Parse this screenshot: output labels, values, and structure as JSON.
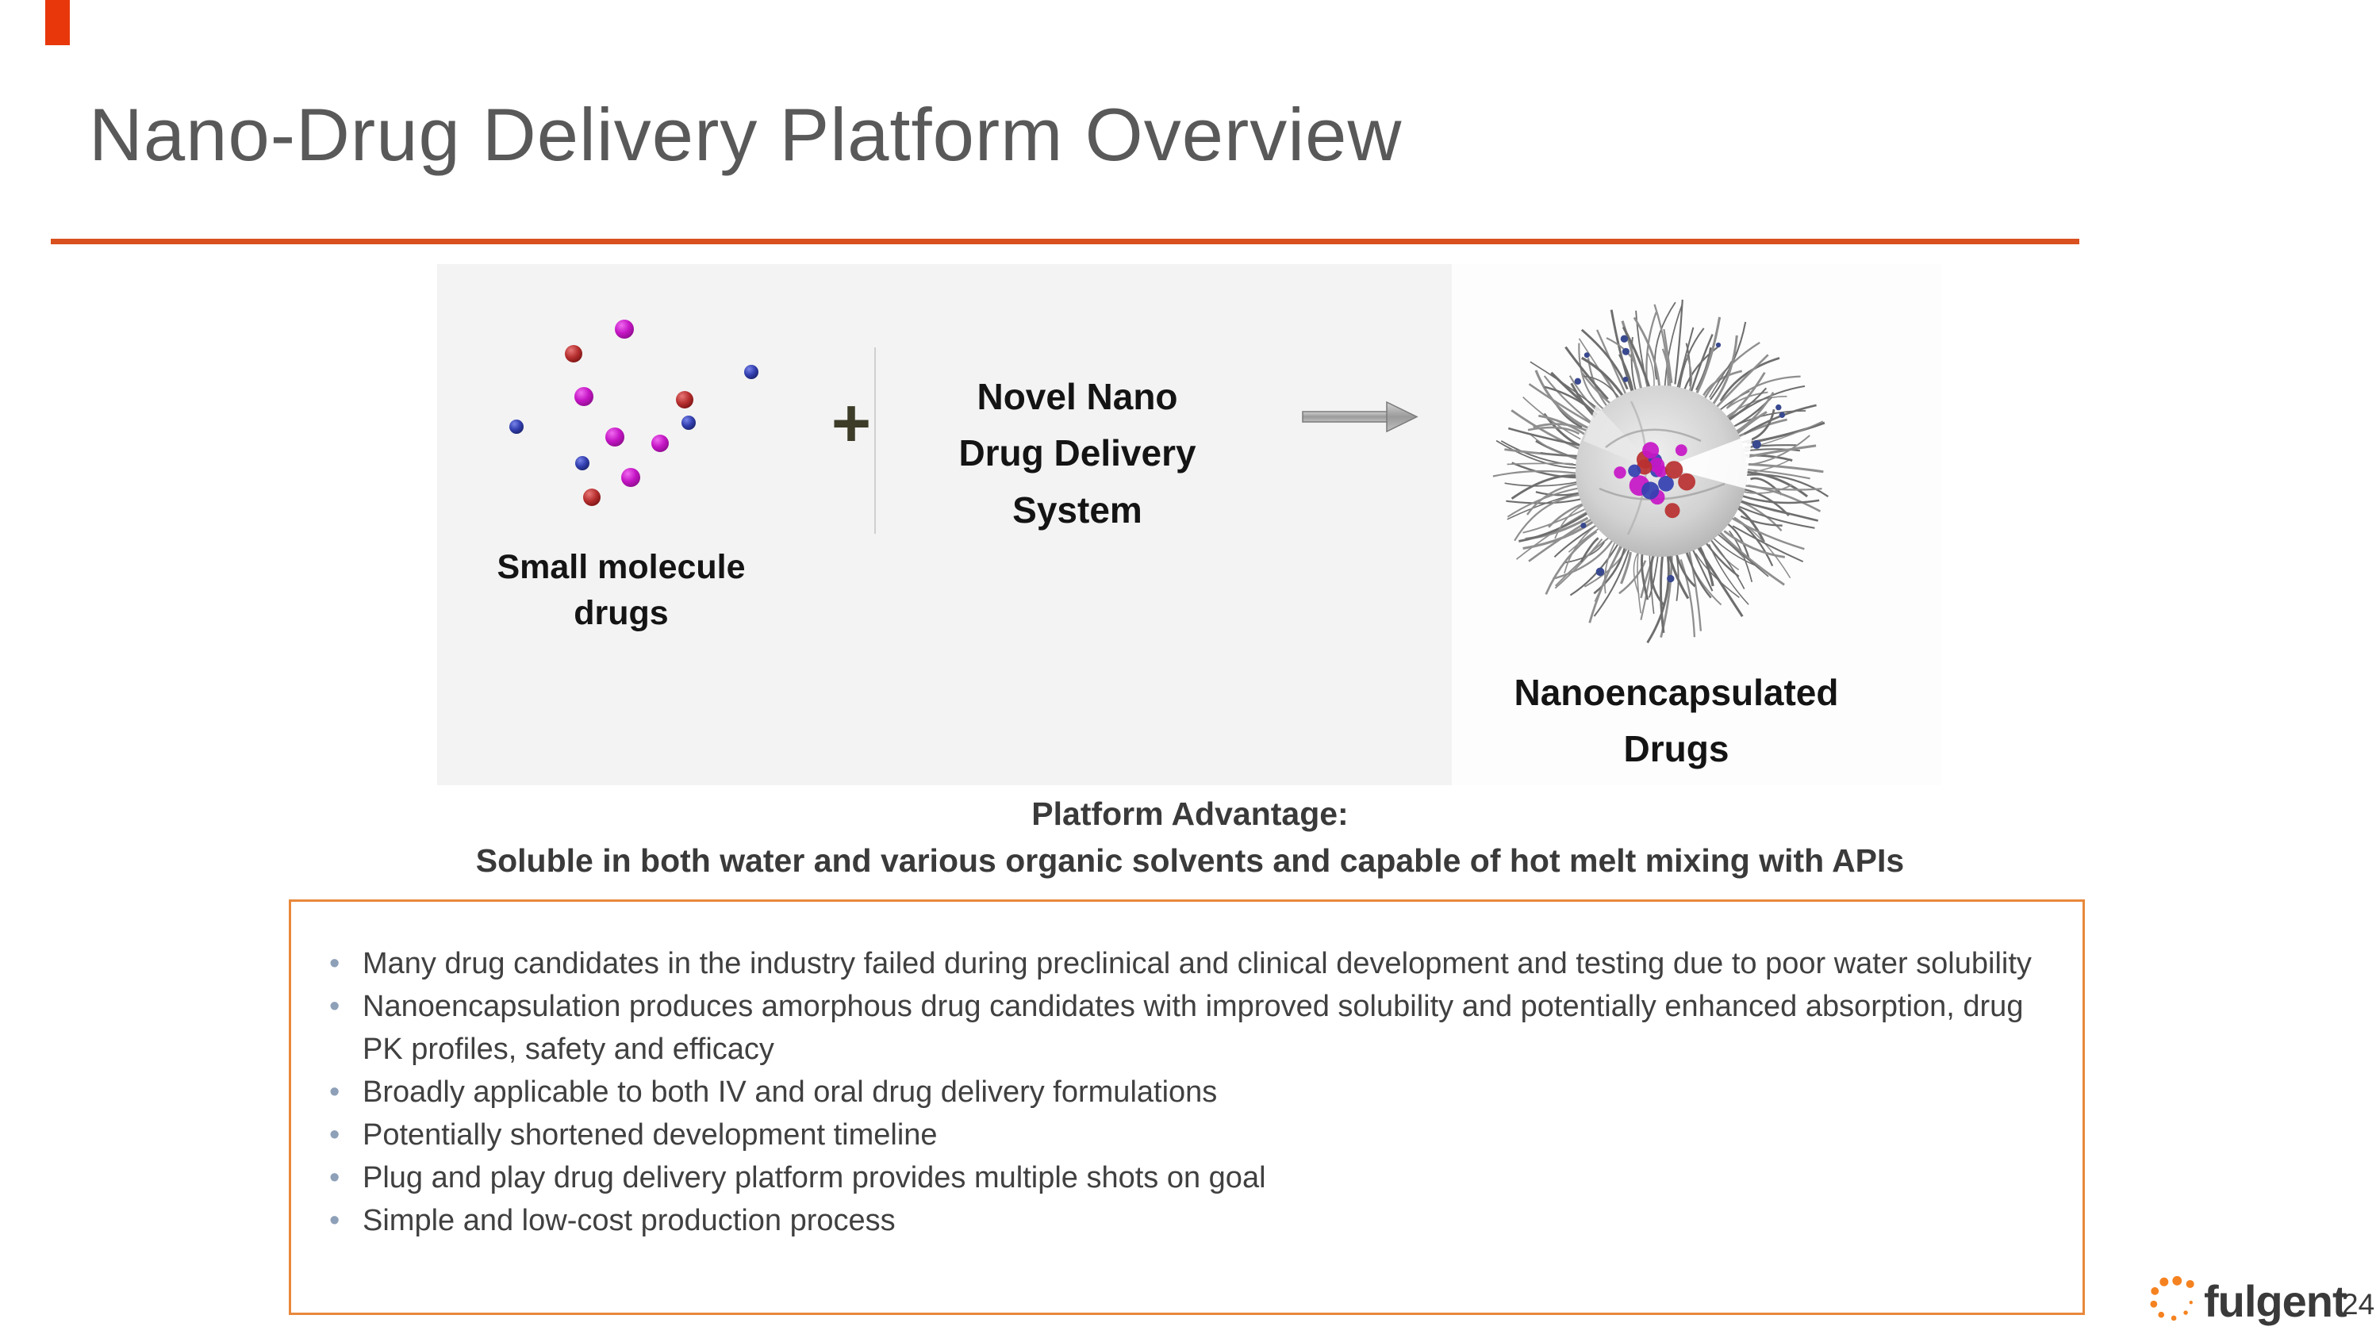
{
  "slide": {
    "title": "Nano-Drug Delivery Platform Overview",
    "page_number": "24"
  },
  "diagram": {
    "small_molecule_label": "Small molecule\ndrugs",
    "plus": "+",
    "system_label": "Novel Nano\nDrug Delivery\nSystem",
    "nano_label": "Nanoencapsulated\nDrugs"
  },
  "advantage": {
    "heading": "Platform Advantage:",
    "subheading": "Soluble in both water and various organic solvents and capable of hot melt mixing with APIs"
  },
  "bullets": [
    "Many drug candidates in the industry failed during preclinical and clinical development and testing due to poor water solubility",
    "Nanoencapsulation produces amorphous drug candidates with improved solubility and potentially enhanced absorption, drug PK profiles, safety and efficacy",
    "Broadly applicable to both IV and oral drug delivery formulations",
    "Potentially shortened development timeline",
    "Plug and play drug delivery platform provides multiple shots on goal",
    "Simple and low-cost production process"
  ],
  "logo": {
    "brand": "fulgent"
  },
  "colors": {
    "accent_rule": "#D8511F",
    "corner_mark": "#E8380B",
    "box_border": "#E8883B",
    "logo_orange": "#F58220",
    "molecule_magenta": "#C516C5",
    "molecule_red": "#B83030",
    "molecule_blue": "#3340B0"
  }
}
